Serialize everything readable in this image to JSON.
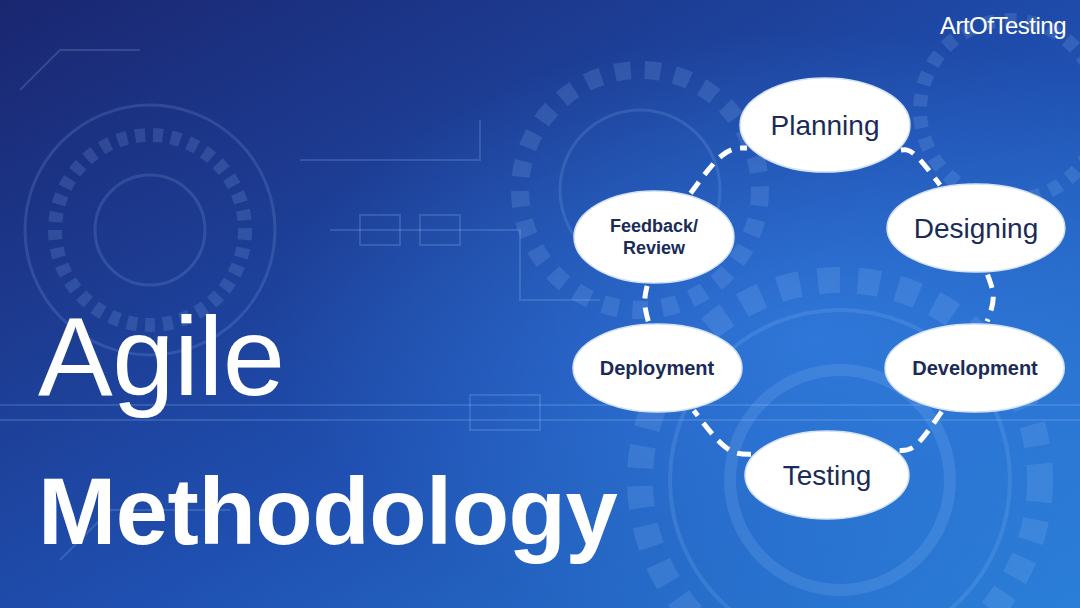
{
  "diagram": {
    "title": "Agile Methodology",
    "nodes": [
      {
        "text": [
          "Planning"
        ]
      },
      {
        "text": [
          "Designing"
        ]
      },
      {
        "text": [
          "Development"
        ]
      },
      {
        "text": [
          "Testing"
        ]
      },
      {
        "text": [
          "Deployment"
        ]
      },
      {
        "text": [
          "Feedback/ Review"
        ]
      }
    ],
    "edges": [
      {
        "from": 0,
        "to": 1,
        "arrow": "none"
      },
      {
        "from": 1,
        "to": 2,
        "arrow": "none"
      },
      {
        "from": 2,
        "to": 3,
        "arrow": "none"
      },
      {
        "from": 3,
        "to": 4,
        "arrow": "none"
      },
      {
        "from": 4,
        "to": 5,
        "arrow": "none"
      },
      {
        "from": 5,
        "to": 0,
        "arrow": "none"
      }
    ],
    "labels": [
      "ArtOfTesting"
    ]
  }
}
